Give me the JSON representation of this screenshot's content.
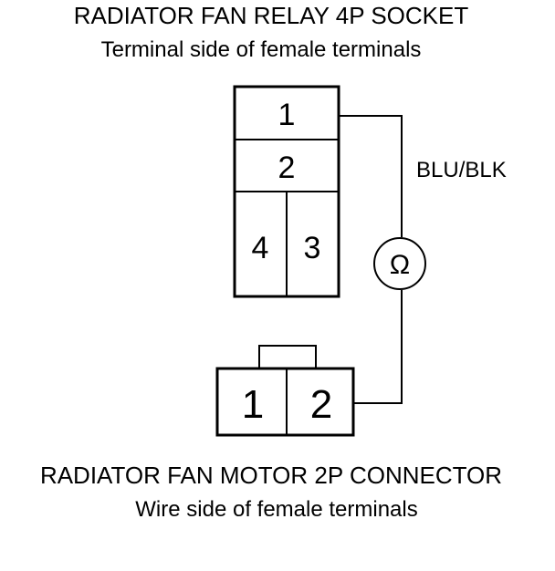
{
  "relay_socket": {
    "title": "RADIATOR FAN RELAY 4P SOCKET",
    "subtitle": "Terminal side of female terminals",
    "terminals": [
      "1",
      "2",
      "4",
      "3"
    ]
  },
  "wire": {
    "color_label": "BLU/BLK",
    "meter_symbol": "Ω"
  },
  "motor_connector": {
    "title": "RADIATOR FAN MOTOR 2P CONNECTOR",
    "subtitle": "Wire side of female terminals",
    "terminals": [
      "1",
      "2"
    ]
  }
}
